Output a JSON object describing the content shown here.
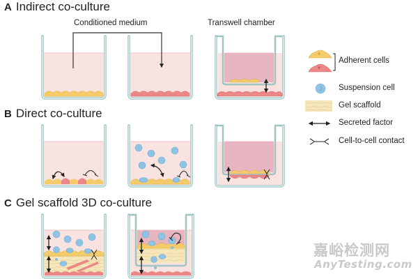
{
  "sections": [
    {
      "letter": "A",
      "title": "Indirect co-culture"
    },
    {
      "letter": "B",
      "title": "Direct co-culture"
    },
    {
      "letter": "C",
      "title": "Gel scaffold 3D co-culture"
    }
  ],
  "annotations": {
    "conditioned_medium": "Conditioned medium",
    "transwell_chamber": "Transwell chamber"
  },
  "legend": [
    {
      "icon": "adherent-cells-icon",
      "label": "Adherent cells"
    },
    {
      "icon": "suspension-cell-icon",
      "label": "Suspension cell"
    },
    {
      "icon": "gel-scaffold-icon",
      "label": "Gel scaffold"
    },
    {
      "icon": "double-arrow-icon",
      "label": "Secreted factor"
    },
    {
      "icon": "cell-contact-icon",
      "label": "Cell-to-cell contact"
    }
  ],
  "colors": {
    "medium": "#f9e3e1",
    "medium_line": "#eab3b3",
    "insert_medium": "#e6b5bf",
    "well_wall": "#c9e2e0",
    "well_stroke": "#9fc4c2",
    "yellow_cell": "#f4cb6a",
    "red_cell": "#ec8787",
    "suspension_cell": "#8fc3e3",
    "gel": "#f6e6bb"
  },
  "watermark": {
    "cn": "嘉峪检测网",
    "en": "AnyTesting.com"
  }
}
